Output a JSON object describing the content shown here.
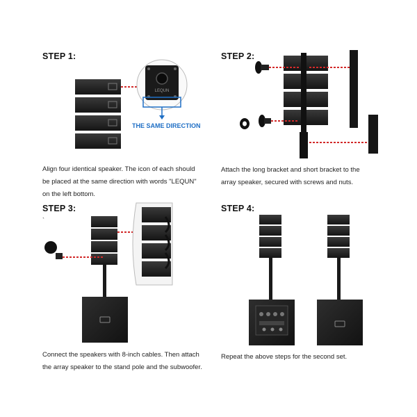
{
  "steps": [
    {
      "title": "STEP 1:",
      "lines": [
        "Align four identical speaker. The icon of each should",
        "be placed at the same direction with words \"LEQUN\"",
        "on the left bottom."
      ]
    },
    {
      "title": "STEP 2:",
      "lines": [
        "Attach the long bracket and short bracket to the",
        "array speaker, secured with screws and nuts."
      ]
    },
    {
      "title": "STEP 3:",
      "lines": [
        "Connect the speakers with 8-inch cables. Then attach",
        "the array speaker to the stand pole and the subwoofer."
      ]
    },
    {
      "title": "STEP 4:",
      "lines": [
        "Repeat the above steps for the second set."
      ]
    }
  ],
  "step1_callout": "THE SAME DIRECTION",
  "step1_logo_text": "LEQUN",
  "colors": {
    "accent_blue": "#1f6fc5",
    "connector_red": "#d22a2a",
    "speaker_black": "#1c1c1c"
  }
}
